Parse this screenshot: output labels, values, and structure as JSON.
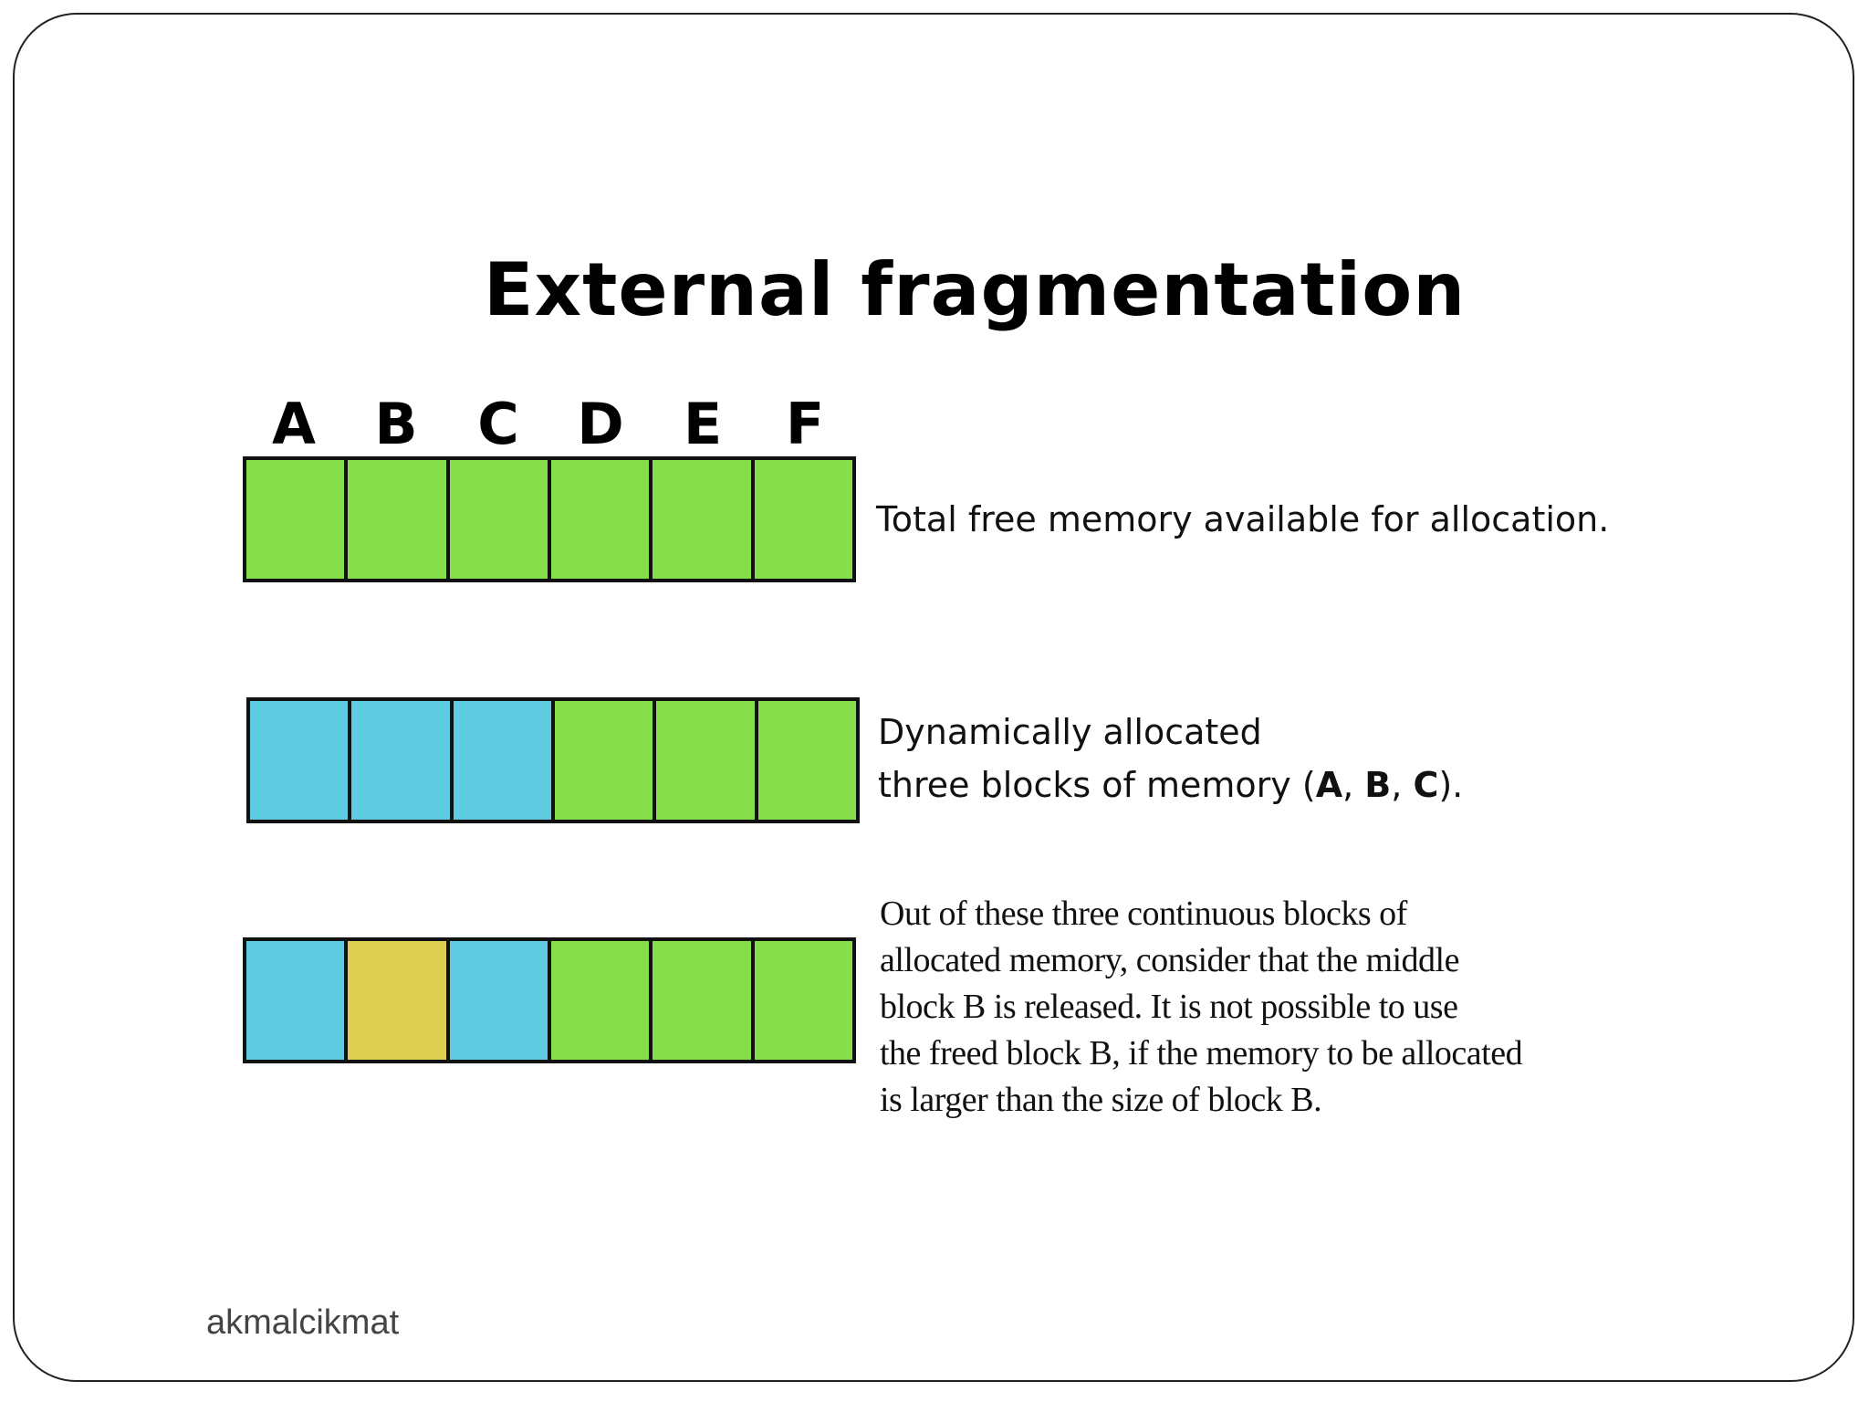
{
  "title": "External fragmentation",
  "block_labels": [
    "A",
    "B",
    "C",
    "D",
    "E",
    "F"
  ],
  "colors": {
    "free": "#86DE4B",
    "allocated": "#5ECBE0",
    "released": "#DFD052",
    "border": "#111111"
  },
  "rows": [
    {
      "blocks": [
        "free",
        "free",
        "free",
        "free",
        "free",
        "free"
      ],
      "description": "Total free memory available for allocation."
    },
    {
      "blocks": [
        "allocated",
        "allocated",
        "allocated",
        "free",
        "free",
        "free"
      ],
      "description_line1": "Dynamically allocated",
      "description_line2_prefix": "three blocks of memory (",
      "description_line2_a": "A",
      "description_line2_sep1": ", ",
      "description_line2_b": "B",
      "description_line2_sep2": ", ",
      "description_line2_c": "C",
      "description_line2_suffix": ")."
    },
    {
      "blocks": [
        "allocated",
        "released",
        "allocated",
        "free",
        "free",
        "free"
      ],
      "description_lines": [
        "Out of these three continuous blocks of",
        "allocated memory, consider that the middle",
        "block B is released. It is not possible to use",
        "the freed block B, if the memory to be allocated",
        "is larger than the size of block B."
      ]
    }
  ],
  "watermark": "akmalcikmat"
}
